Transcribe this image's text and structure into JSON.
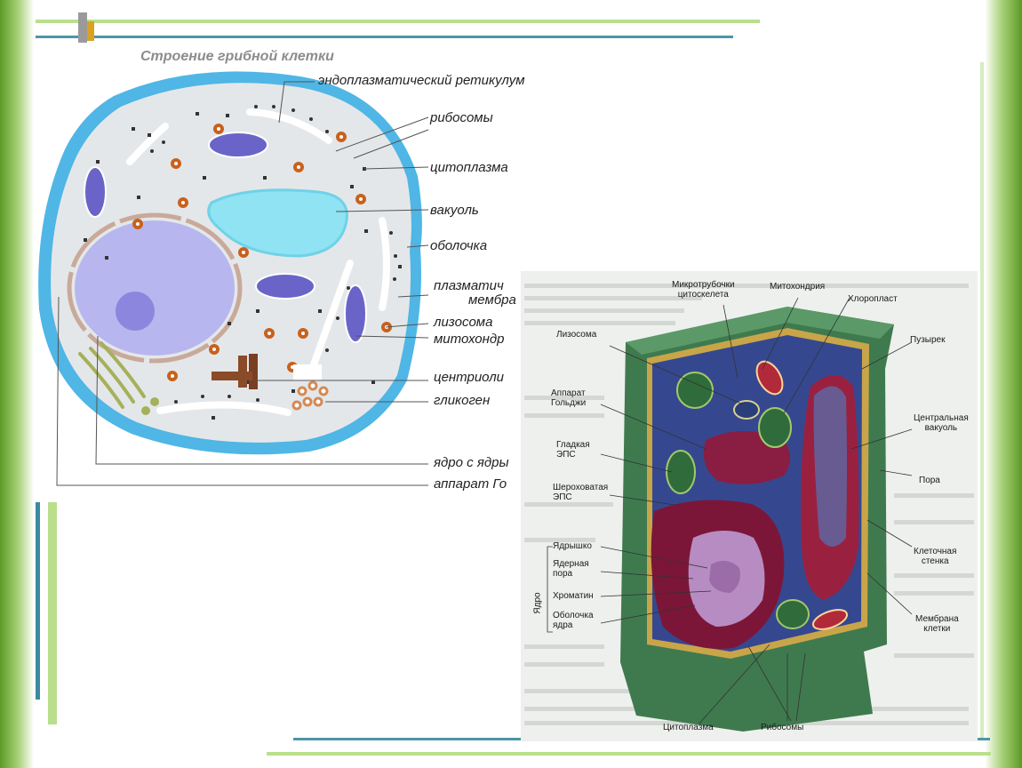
{
  "fungal_cell": {
    "title": "Строение грибной клетки",
    "labels": {
      "er": "эндоплазматический ретикулум",
      "ribosomes": "рибосомы",
      "cytoplasm": "цитоплазма",
      "vacuole": "вакуоль",
      "wall": "оболочка",
      "membrane_1": "плазматич",
      "membrane_2": "мембра",
      "lysosome": "лизосома",
      "mitochondria": "митохондр",
      "centrioles": "центриоли",
      "glycogen": "гликоген",
      "nucleus": "ядро с ядры",
      "golgi": "аппарат Го"
    }
  },
  "plant_cell": {
    "labels": {
      "microtubules": "Микротрубочки\nцитоскелета",
      "mitochondrion": "Митохондрия",
      "chloroplast": "Хлоропласт",
      "lysosome": "Лизосома",
      "vesicle": "Пузырек",
      "golgi": "Аппарат\nГольджи",
      "central_vacuole": "Центральная\nвакуоль",
      "smooth_er": "Гладкая\nЭПС",
      "pore": "Пора",
      "rough_er": "Шероховатая\nЭПС",
      "nucleolus": "Ядрышко",
      "nuclear_pore": "Ядерная\nпора",
      "cell_wall": "Клеточная\nстенка",
      "chromatin": "Хроматин",
      "nuclear_envelope": "Оболочка\nядра",
      "cell_membrane": "Мембрана\nклетки",
      "cytoplasm": "Цитоплазма",
      "ribosomes": "Рибосомы",
      "nucleus_group": "Ядро"
    }
  },
  "colors": {
    "frame_green": "#5f9a2a",
    "frame_light": "#c7e3a6",
    "cell_wall_blue": "#4fb6e6",
    "cytoplasm_gray": "#e4e7e9",
    "nucleus_lavender": "#b7b6ee",
    "mito_purple": "#6a64c9",
    "granule_orange": "#c8611d",
    "plant_wall_green": "#3f7a4f",
    "plant_cytoplasm_blue": "#35488f",
    "plant_vacuole": "#9a2040",
    "plant_er_magenta": "#7c1638"
  }
}
